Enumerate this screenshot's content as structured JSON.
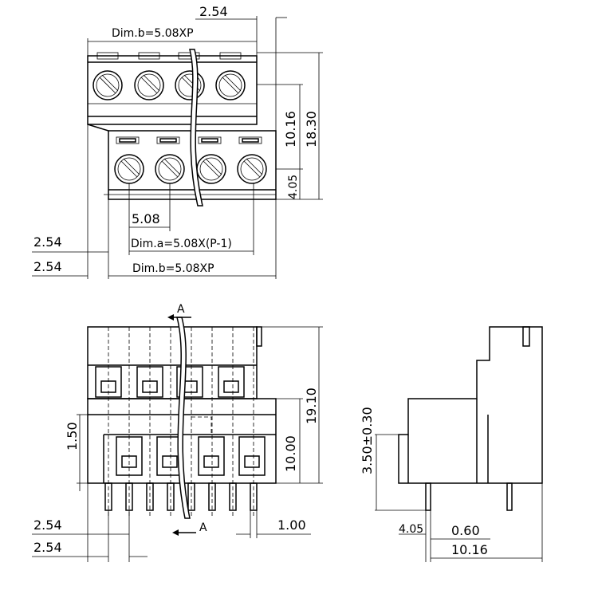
{
  "top_view": {
    "dim_pitch_top": "2.54",
    "dim_b_top": "Dim.b=5.08XP",
    "dim_height_1016": "10.16",
    "dim_height_1830": "18.30",
    "dim_405": "4.05",
    "dim_pitch_508": "5.08",
    "dim_a": "Dim.a=5.08X(P-1)",
    "dim_254_a": "2.54",
    "dim_254_b": "2.54",
    "dim_b_bottom": "Dim.b=5.08XP"
  },
  "front_view": {
    "section_marker_top": "A",
    "section_marker_bottom": "A",
    "dim_191": "19.10",
    "dim_1000": "10.00",
    "dim_150": "1.50",
    "dim_254_a": "2.54",
    "dim_254_b": "2.54",
    "dim_100": "1.00"
  },
  "side_view": {
    "dim_350": "3.50±0.30",
    "dim_405": "4.05",
    "dim_060": "0.60",
    "dim_1016": "10.16"
  }
}
